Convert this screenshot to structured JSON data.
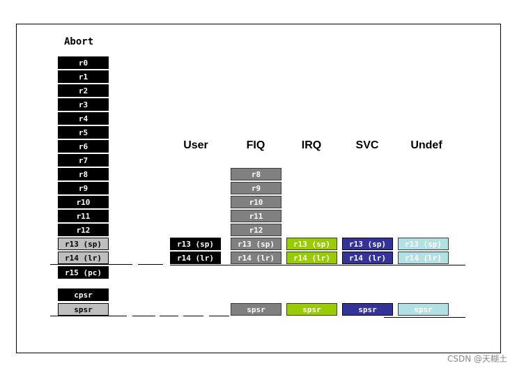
{
  "abort": {
    "title": "Abort",
    "registers": [
      "r0",
      "r1",
      "r2",
      "r3",
      "r4",
      "r5",
      "r6",
      "r7",
      "r8",
      "r9",
      "r10",
      "r11",
      "r12",
      "r13 (sp)",
      "r14 (lr)",
      "r15 (pc)"
    ],
    "cpsr": "cpsr",
    "spsr": "spsr"
  },
  "modes": {
    "user": {
      "label": "User",
      "r13": "r13 (sp)",
      "r14": "r14 (lr)"
    },
    "fiq": {
      "label": "FIQ",
      "banked": [
        "r8",
        "r9",
        "r10",
        "r11",
        "r12"
      ],
      "r13": "r13 (sp)",
      "r14": "r14 (lr)",
      "spsr": "spsr"
    },
    "irq": {
      "label": "IRQ",
      "r13": "r13 (sp)",
      "r14": "r14 (lr)",
      "spsr": "spsr"
    },
    "svc": {
      "label": "SVC",
      "r13": "r13 (sp)",
      "r14": "r14 (lr)",
      "spsr": "spsr"
    },
    "undef": {
      "label": "Undef",
      "r13": "r13 (sp)",
      "r14": "r14 (lr)",
      "spsr": "spsr"
    }
  },
  "colors": {
    "abort": "#000000",
    "abort_banked": "#bebebe",
    "user": "#000000",
    "fiq": "#808080",
    "irq": "#99cc00",
    "svc": "#333399",
    "undef": "#b3e0e3"
  },
  "watermark": "CSDN @天糊土"
}
